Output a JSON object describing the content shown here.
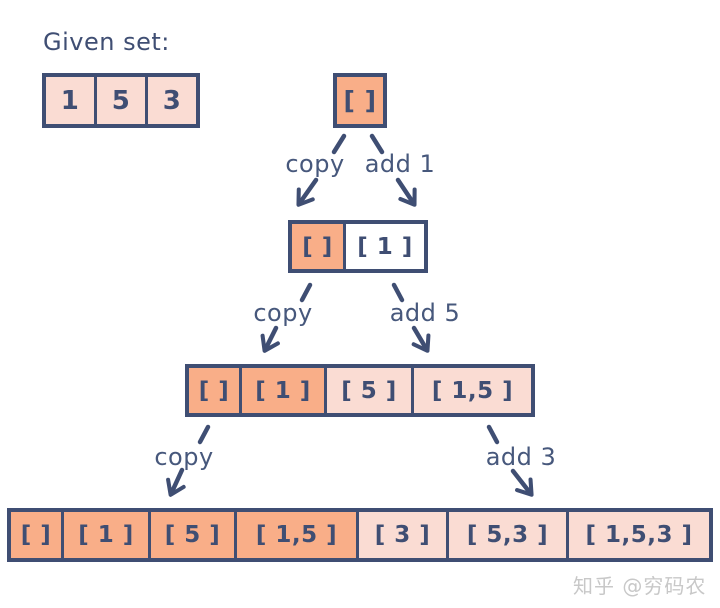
{
  "palette": {
    "navy": "#3F4E73",
    "orange": "#F9AE88",
    "pink": "#FADCD3",
    "white": "#FFFFFF",
    "label_text": "#47587C",
    "watermark": "#C8C8C8",
    "background": "#FFFFFF"
  },
  "header": {
    "title": "Given set:"
  },
  "given_set": {
    "items": [
      "1",
      "5",
      "3"
    ]
  },
  "tree": {
    "rows": [
      {
        "name": "level-0",
        "cells": [
          {
            "text": "[ ]",
            "variant": "orange"
          }
        ]
      },
      {
        "name": "level-1",
        "cells": [
          {
            "text": "[ ]",
            "variant": "orange"
          },
          {
            "text": "[ 1 ]",
            "variant": "white"
          }
        ]
      },
      {
        "name": "level-2",
        "cells": [
          {
            "text": "[ ]",
            "variant": "orange"
          },
          {
            "text": "[ 1 ]",
            "variant": "orange"
          },
          {
            "text": "[ 5 ]",
            "variant": "pink"
          },
          {
            "text": "[ 1,5 ]",
            "variant": "pink"
          }
        ]
      },
      {
        "name": "level-3",
        "cells": [
          {
            "text": "[ ]",
            "variant": "orange"
          },
          {
            "text": "[ 1 ]",
            "variant": "orange"
          },
          {
            "text": "[ 5 ]",
            "variant": "orange"
          },
          {
            "text": "[ 1,5 ]",
            "variant": "orange"
          },
          {
            "text": "[ 3 ]",
            "variant": "pink"
          },
          {
            "text": "[ 5,3 ]",
            "variant": "pink"
          },
          {
            "text": "[ 1,5,3 ]",
            "variant": "pink"
          }
        ]
      }
    ],
    "transitions": [
      {
        "copy_label": "copy",
        "add_label": "add 1"
      },
      {
        "copy_label": "copy",
        "add_label": "add 5"
      },
      {
        "copy_label": "copy",
        "add_label": "add 3"
      }
    ]
  },
  "watermark": {
    "text": "知乎 @穷码农"
  }
}
